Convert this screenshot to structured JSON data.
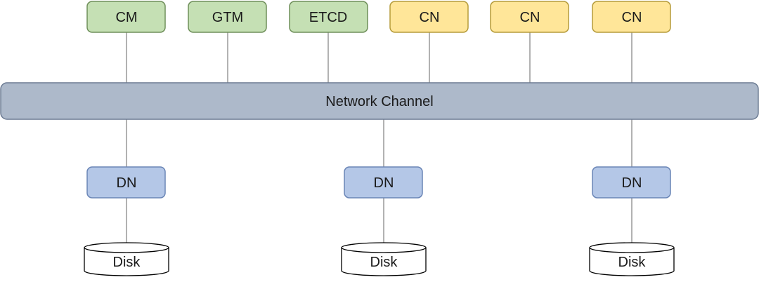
{
  "diagram": {
    "top_nodes": [
      {
        "label": "CM",
        "kind": "management",
        "color": "#c5e0b4"
      },
      {
        "label": "GTM",
        "kind": "management",
        "color": "#c5e0b4"
      },
      {
        "label": "ETCD",
        "kind": "management",
        "color": "#c5e0b4"
      },
      {
        "label": "CN",
        "kind": "coordinator",
        "color": "#ffe699"
      },
      {
        "label": "CN",
        "kind": "coordinator",
        "color": "#ffe699"
      },
      {
        "label": "CN",
        "kind": "coordinator",
        "color": "#ffe699"
      }
    ],
    "channel": {
      "label": "Network Channel",
      "color": "#adb9ca"
    },
    "data_nodes": [
      {
        "label": "DN",
        "color": "#b4c7e7",
        "disk": "Disk"
      },
      {
        "label": "DN",
        "color": "#b4c7e7",
        "disk": "Disk"
      },
      {
        "label": "DN",
        "color": "#b4c7e7",
        "disk": "Disk"
      }
    ],
    "colors": {
      "management_border": "#6f8f5a",
      "coordinator_border": "#b59b3a",
      "channel_border": "#6b7a92",
      "data_node_border": "#6a85b6",
      "connector": "#7f7f7f",
      "disk_border": "#000000"
    }
  }
}
